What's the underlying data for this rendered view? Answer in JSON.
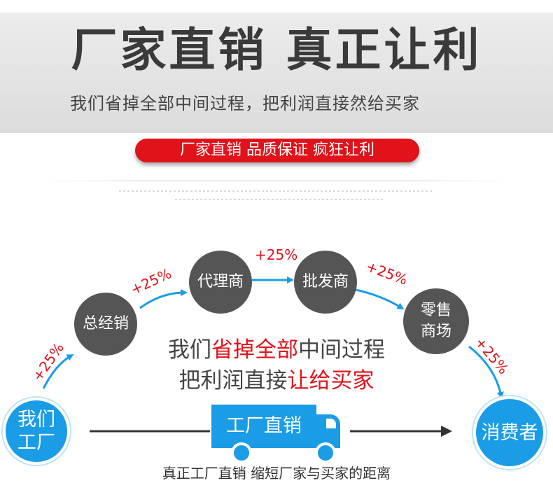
{
  "header": {
    "headline": "厂家直销 真正让利",
    "subline": "我们省掉全部中间过程，把利润直接然给买家"
  },
  "pill": {
    "text": "厂家直销 品质保证 疯狂让利"
  },
  "nodes": {
    "factory": "我们\n工厂",
    "general": "总经销",
    "agent": "代理商",
    "wholesale": "批发商",
    "retail": "零售\n商场",
    "consumer": "消费者"
  },
  "rates": {
    "r1": "+25%",
    "r2": "+25%",
    "r3": "+25%",
    "r4": "+25%",
    "r5": "+25%"
  },
  "middle": {
    "line1_a": "我们",
    "line1_b": "省掉全部",
    "line1_c": "中间过程",
    "line2_a": "把利润直接",
    "line2_b": "让给买家"
  },
  "truck": {
    "label": "工厂直销"
  },
  "footer": {
    "text": "真正工厂直销  缩短厂家与买家的距离"
  },
  "colors": {
    "red": "#e0121a",
    "blue": "#1a9ce6",
    "dark": "#555555"
  }
}
